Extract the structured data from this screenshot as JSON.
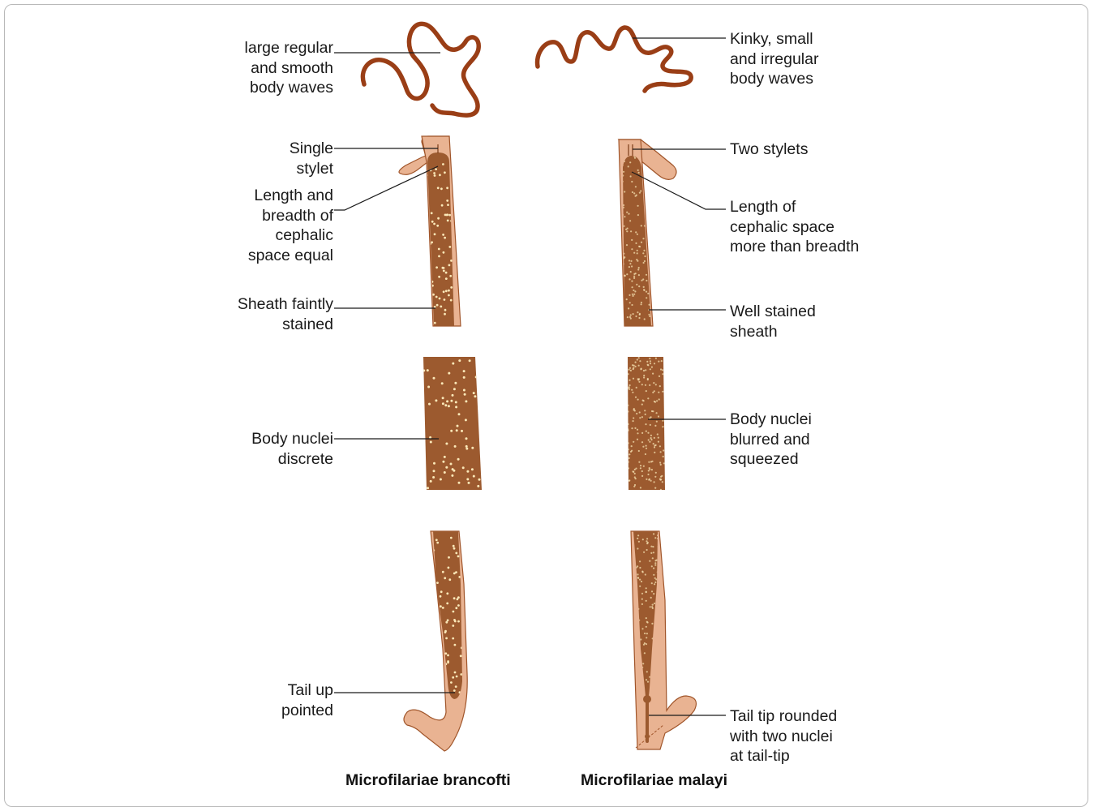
{
  "labels": {
    "b_waves": "large regular\nand smooth\nbody waves",
    "b_stylet": "Single\nstylet",
    "b_cephalic": "Length and\nbreadth of\ncephalic\nspace equal",
    "b_sheath": "Sheath faintly\nstained",
    "b_nuclei": "Body nuclei\ndiscrete",
    "b_tail": "Tail up\npointed",
    "m_waves": "Kinky, small\nand irregular\nbody waves",
    "m_stylets": "Two stylets",
    "m_cephalic": "Length of\ncephalic space\nmore than breadth",
    "m_sheath": "Well stained\nsheath",
    "m_nuclei": "Body nuclei\nblurred and\nsqueezed",
    "m_tail": "Tail tip rounded\nwith two nuclei\nat tail-tip"
  },
  "captions": {
    "left": "Microfilariae brancofti",
    "right": "Microfilariae malayi"
  },
  "colors": {
    "body": "#9c5a2f",
    "sheath": "#e9b392",
    "worm": "#9a3e16",
    "nucleus": "#fbe8b8"
  }
}
